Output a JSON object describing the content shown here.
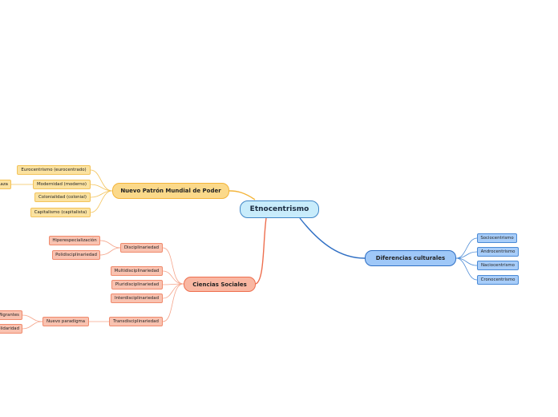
{
  "root": {
    "label": "Etnocentrismo"
  },
  "branches": {
    "patron": {
      "label": "Nuevo Patrón Mundial de Poder",
      "color": "#f3b43a",
      "children": [
        "Eurocentrismo (eurocentrado)",
        "Modernidad (moderno)",
        "Colonialidad (colonial)",
        "Capitalismo (capitalista)"
      ],
      "grandchild": "Raza"
    },
    "ciencias": {
      "label": "Ciencias Sociales",
      "color": "#ee6f4f",
      "children": [
        "Disciplinariedad",
        "Multidisciplinariedad",
        "Pluridisciplinariedad",
        "Interdisciplinariedad",
        "Transdisciplinariedad"
      ],
      "disciplinariedad_children": [
        "Hiperespecialización",
        "Polidisciplinariedad"
      ],
      "trans_child": "Nuevo paradigma",
      "paradigma_children": [
        "Migrantes",
        "Solidaridad"
      ]
    },
    "diferencias": {
      "label": "Diferencias culturales",
      "color": "#2f6fc4",
      "children": [
        "Sociocentrismo",
        "Androcentrismo",
        "Naciocentrismo",
        "Cronocentrismo"
      ]
    }
  }
}
